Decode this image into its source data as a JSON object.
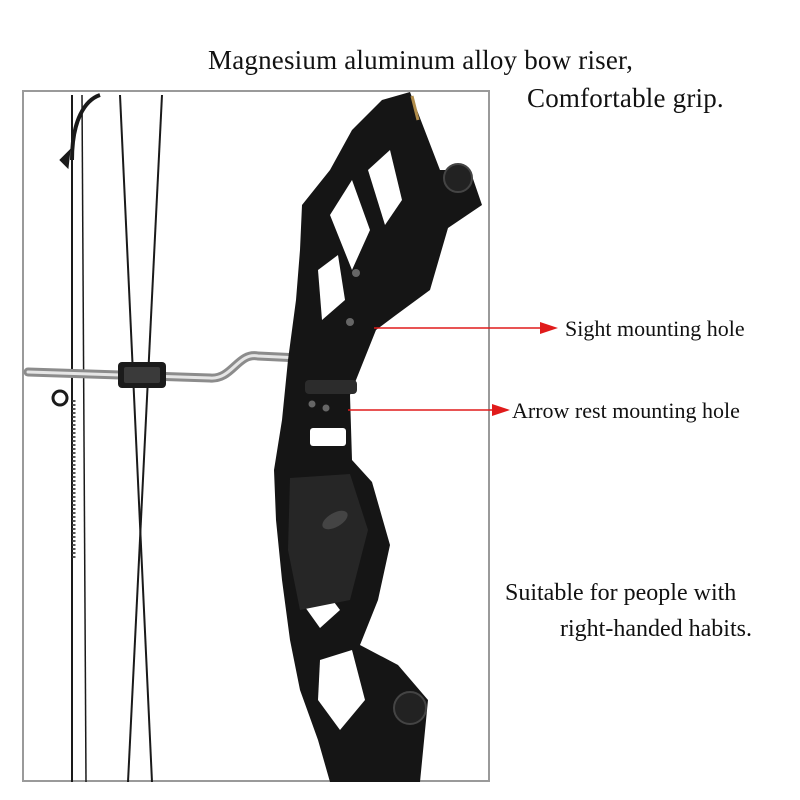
{
  "headline": {
    "line1": "Magnesium aluminum alloy bow riser,",
    "line2": "Comfortable grip."
  },
  "callouts": {
    "sight": "Sight mounting hole",
    "arrow_rest": "Arrow rest mounting hole"
  },
  "note": {
    "line1": "Suitable for people with",
    "line2": "right-handed habits."
  },
  "colors": {
    "arrow": "#e01b1b",
    "riser": "#151515",
    "frame": "#9a9a9a"
  }
}
